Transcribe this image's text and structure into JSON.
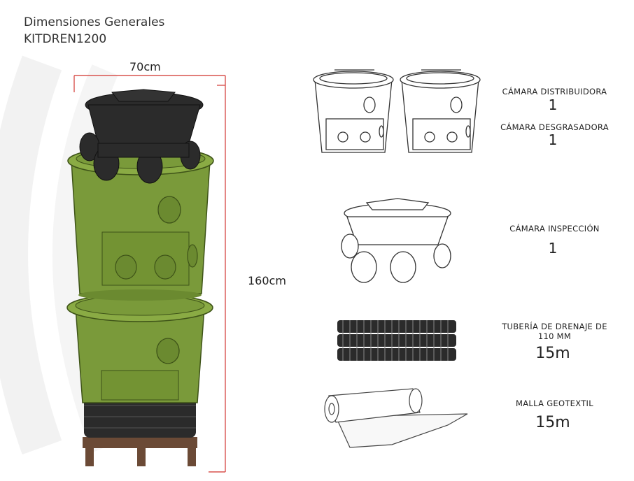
{
  "title": {
    "line1": "Dimensiones Generales",
    "line2": "KITDREN1200"
  },
  "dimensions": {
    "width_label": "70cm",
    "height_label": "160cm"
  },
  "items": [
    {
      "label": "CÁMARA DISTRIBUIDORA",
      "qty": "1",
      "icon": "chamber-icon"
    },
    {
      "label": "CÁMARA DESGRASADORA",
      "qty": "1",
      "icon": "chamber-icon"
    },
    {
      "label": "CÁMARA INSPECCIÓN",
      "qty": "1",
      "icon": "inspection-chamber-icon"
    },
    {
      "label_line1": "TUBERÍA DE DRENAJE DE",
      "label_line2": "110 MM",
      "qty": "15m",
      "icon": "drain-pipe-icon"
    },
    {
      "label": "MALLA GEOTEXTIL",
      "qty": "15m",
      "icon": "geotextile-roll-icon"
    }
  ],
  "colors": {
    "green": "#7a9a3a",
    "dark_green": "#4f6a1e",
    "black": "#2b2b2b",
    "red_dimension": "#d9534f",
    "pallet": "#6b4a36"
  }
}
